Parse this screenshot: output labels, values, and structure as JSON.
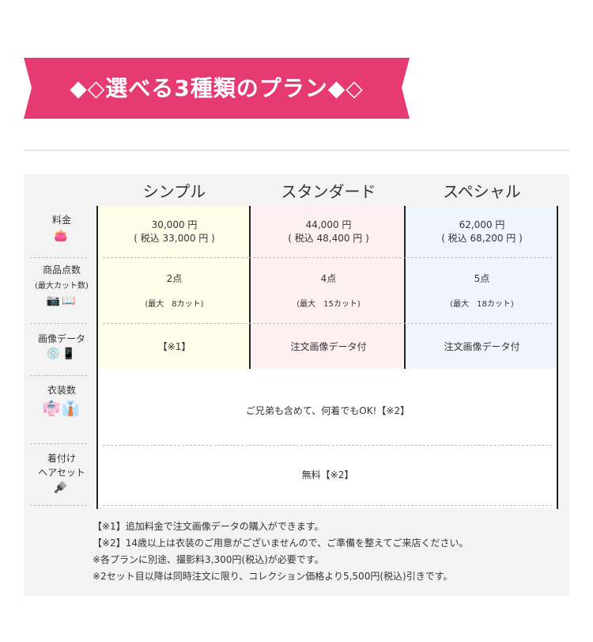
{
  "banner": {
    "title": "◆◇選べる3種類のプラン◆◇",
    "color": "#e63a72"
  },
  "plans": [
    {
      "name": "シンプル",
      "price": "30,000 円",
      "price_tax": "( 税込 33,000 円 )",
      "items": "2点",
      "cuts": "(最大　8カット)",
      "image_data": "【※1】",
      "bg": "#fefdea"
    },
    {
      "name": "スタンダード",
      "price": "44,000 円",
      "price_tax": "( 税込 48,400 円 )",
      "items": "4点",
      "cuts": "(最大　15カット)",
      "image_data": "注文画像データ付",
      "bg": "#fdf0f2"
    },
    {
      "name": "スペシャル",
      "price": "62,000 円",
      "price_tax": "( 税込 68,200 円 )",
      "items": "5点",
      "cuts": "(最大　18カット)",
      "image_data": "注文画像データ付",
      "bg": "#eef5fc"
    }
  ],
  "rows": {
    "price": {
      "label": "料金",
      "icon_name": "coin-purse-icon",
      "icon": "👛"
    },
    "items": {
      "label": "商品点数",
      "sub": "(最大カット数)",
      "icon_name": "camera-album-icon",
      "icon": "📷📖"
    },
    "image_data": {
      "label": "画像データ",
      "icon_name": "disc-phone-icon",
      "icon": "💿📱"
    },
    "costumes": {
      "label": "衣装数",
      "icon_name": "costume-icon",
      "icon": "👘👔",
      "value": "ご兄弟も含めて、何着でもOK!【※2】"
    },
    "dressing": {
      "label_line1": "着付け",
      "label_line2": "ヘアセット",
      "icon_name": "comb-icon",
      "icon": "🪮",
      "value": "無料【※2】"
    }
  },
  "notes": [
    "【※1】追加料金で注文画像データの購入ができます。",
    "【※2】14歳以上は衣装のご用意がございませんので、ご準備を整えてご来店ください。",
    "※各プランに別途、撮影料3,300円(税込)が必要です。",
    "※2セット目以降は同時注文に限り、コレクション価格より5,500円(税込)引きです。"
  ]
}
